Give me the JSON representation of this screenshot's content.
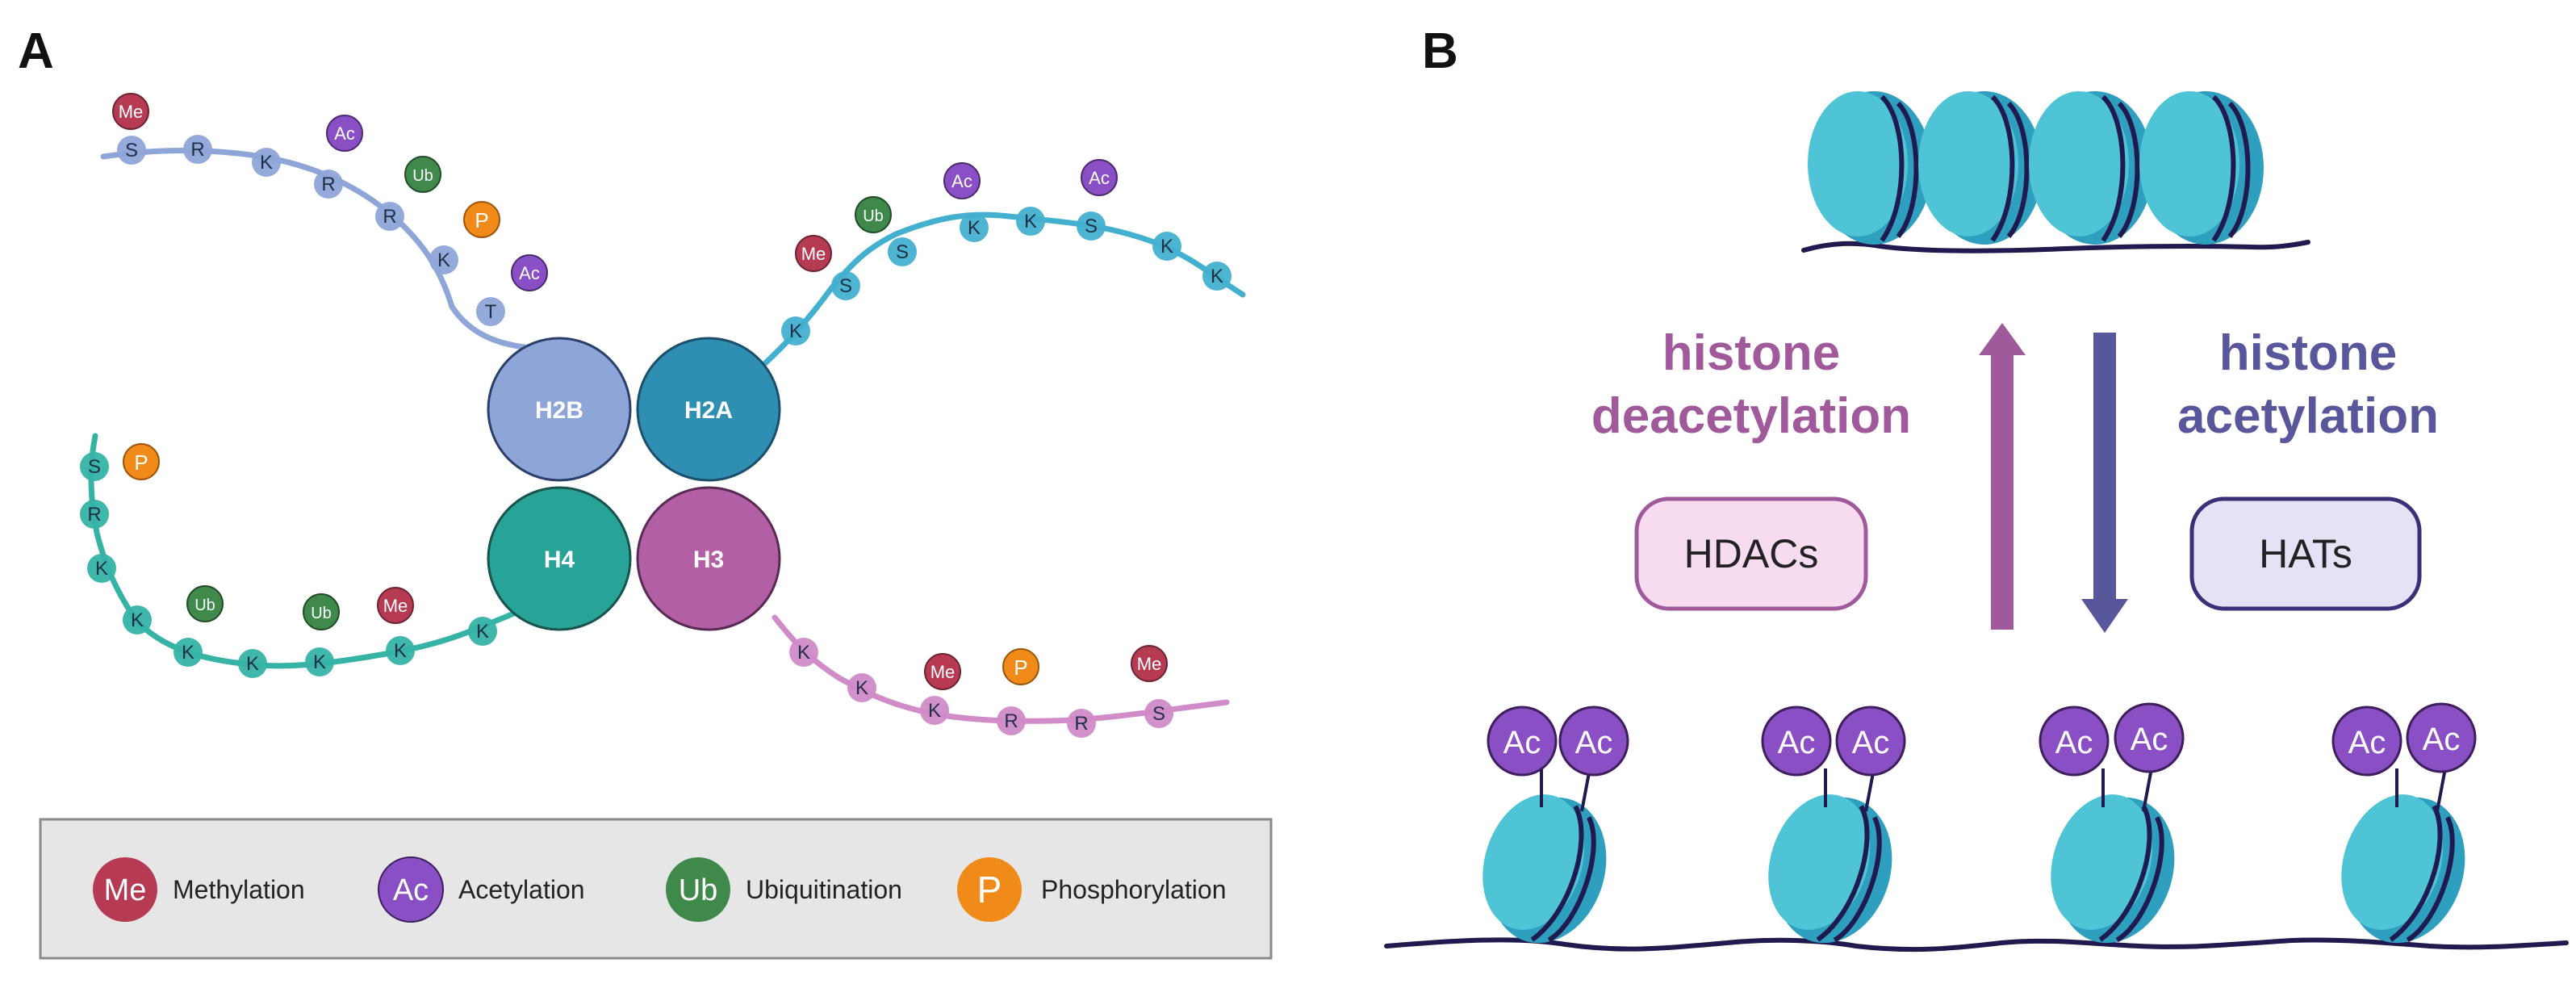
{
  "panel_a": {
    "label": "A",
    "cores": [
      {
        "label": "H2B",
        "color": "#8ea5d8"
      },
      {
        "label": "H2A",
        "color": "#2e8fb2"
      },
      {
        "label": "H4",
        "color": "#27a497"
      },
      {
        "label": "H3",
        "color": "#b35fa5"
      }
    ],
    "tails": [
      {
        "name": "h2b",
        "color": "#8ea5d8",
        "residues": [
          "S",
          "R",
          "K",
          "R",
          "R",
          "K",
          "T"
        ]
      },
      {
        "name": "h2a",
        "color": "#43b0cf",
        "residues": [
          "K",
          "S",
          "S",
          "K",
          "K",
          "S",
          "K",
          "K"
        ]
      },
      {
        "name": "h4",
        "color": "#35b3a5",
        "residues": [
          "S",
          "R",
          "K",
          "K",
          "K",
          "K",
          "K",
          "K",
          "K"
        ]
      },
      {
        "name": "h3",
        "color": "#d08bc8",
        "residues": [
          "K",
          "K",
          "K",
          "R",
          "R",
          "S"
        ]
      }
    ],
    "modifications": [
      {
        "label": "Me",
        "type": "methylation"
      },
      {
        "label": "Ac",
        "type": "acetylation"
      },
      {
        "label": "Ub",
        "type": "ubiquitination"
      },
      {
        "label": "P",
        "type": "phosphorylation"
      },
      {
        "label": "Ac",
        "type": "acetylation"
      },
      {
        "label": "Me",
        "type": "methylation"
      },
      {
        "label": "Ub",
        "type": "ubiquitination"
      },
      {
        "label": "Ac",
        "type": "acetylation"
      },
      {
        "label": "Ac",
        "type": "acetylation"
      },
      {
        "label": "P",
        "type": "phosphorylation"
      },
      {
        "label": "Ub",
        "type": "ubiquitination"
      },
      {
        "label": "Ub",
        "type": "ubiquitination"
      },
      {
        "label": "Me",
        "type": "methylation"
      },
      {
        "label": "Me",
        "type": "methylation"
      },
      {
        "label": "P",
        "type": "phosphorylation"
      },
      {
        "label": "Me",
        "type": "methylation"
      }
    ],
    "legend": [
      {
        "symbol": "Me",
        "label": "Methylation",
        "color": "#b53a52"
      },
      {
        "symbol": "Ac",
        "label": "Acetylation",
        "color": "#8a4fc4"
      },
      {
        "symbol": "Ub",
        "label": "Ubiquitination",
        "color": "#3f8a4a"
      },
      {
        "symbol": "P",
        "label": "Phosphorylation",
        "color": "#f08b1a"
      }
    ]
  },
  "panel_b": {
    "label": "B",
    "deacetylation_line1": "histone",
    "deacetylation_line2": "deacetylation",
    "acetylation_line1": "histone",
    "acetylation_line2": "acetylation",
    "hdacs_label": "HDACs",
    "hats_label": "HATs",
    "acetyl_mark": "Ac",
    "colors": {
      "deacetylation": "#a05a9b",
      "acetylation": "#58579c",
      "nucleosome": "#33b2c8",
      "dna": "#1f1b4f"
    }
  }
}
